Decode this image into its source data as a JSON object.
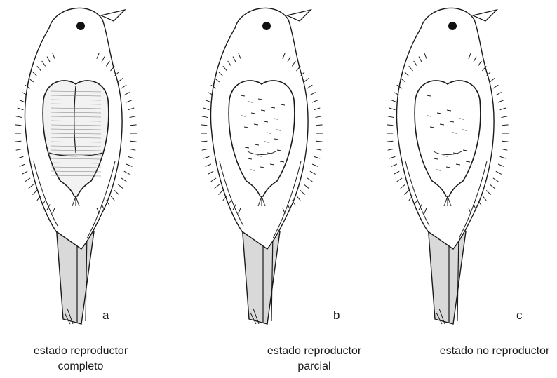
{
  "panels": [
    {
      "letter": "a",
      "caption_line1": "estado reproductor",
      "caption_line2": "completo",
      "patch": "full"
    },
    {
      "letter": "b",
      "caption_line1": "estado reproductor",
      "caption_line2": "parcial",
      "patch": "partial"
    },
    {
      "letter": "c",
      "caption_line1": "estado no reproductor",
      "caption_line2": "",
      "patch": "none"
    }
  ],
  "colors": {
    "tail_fill": "#d9d9d9",
    "line": "#1a1a1a"
  }
}
